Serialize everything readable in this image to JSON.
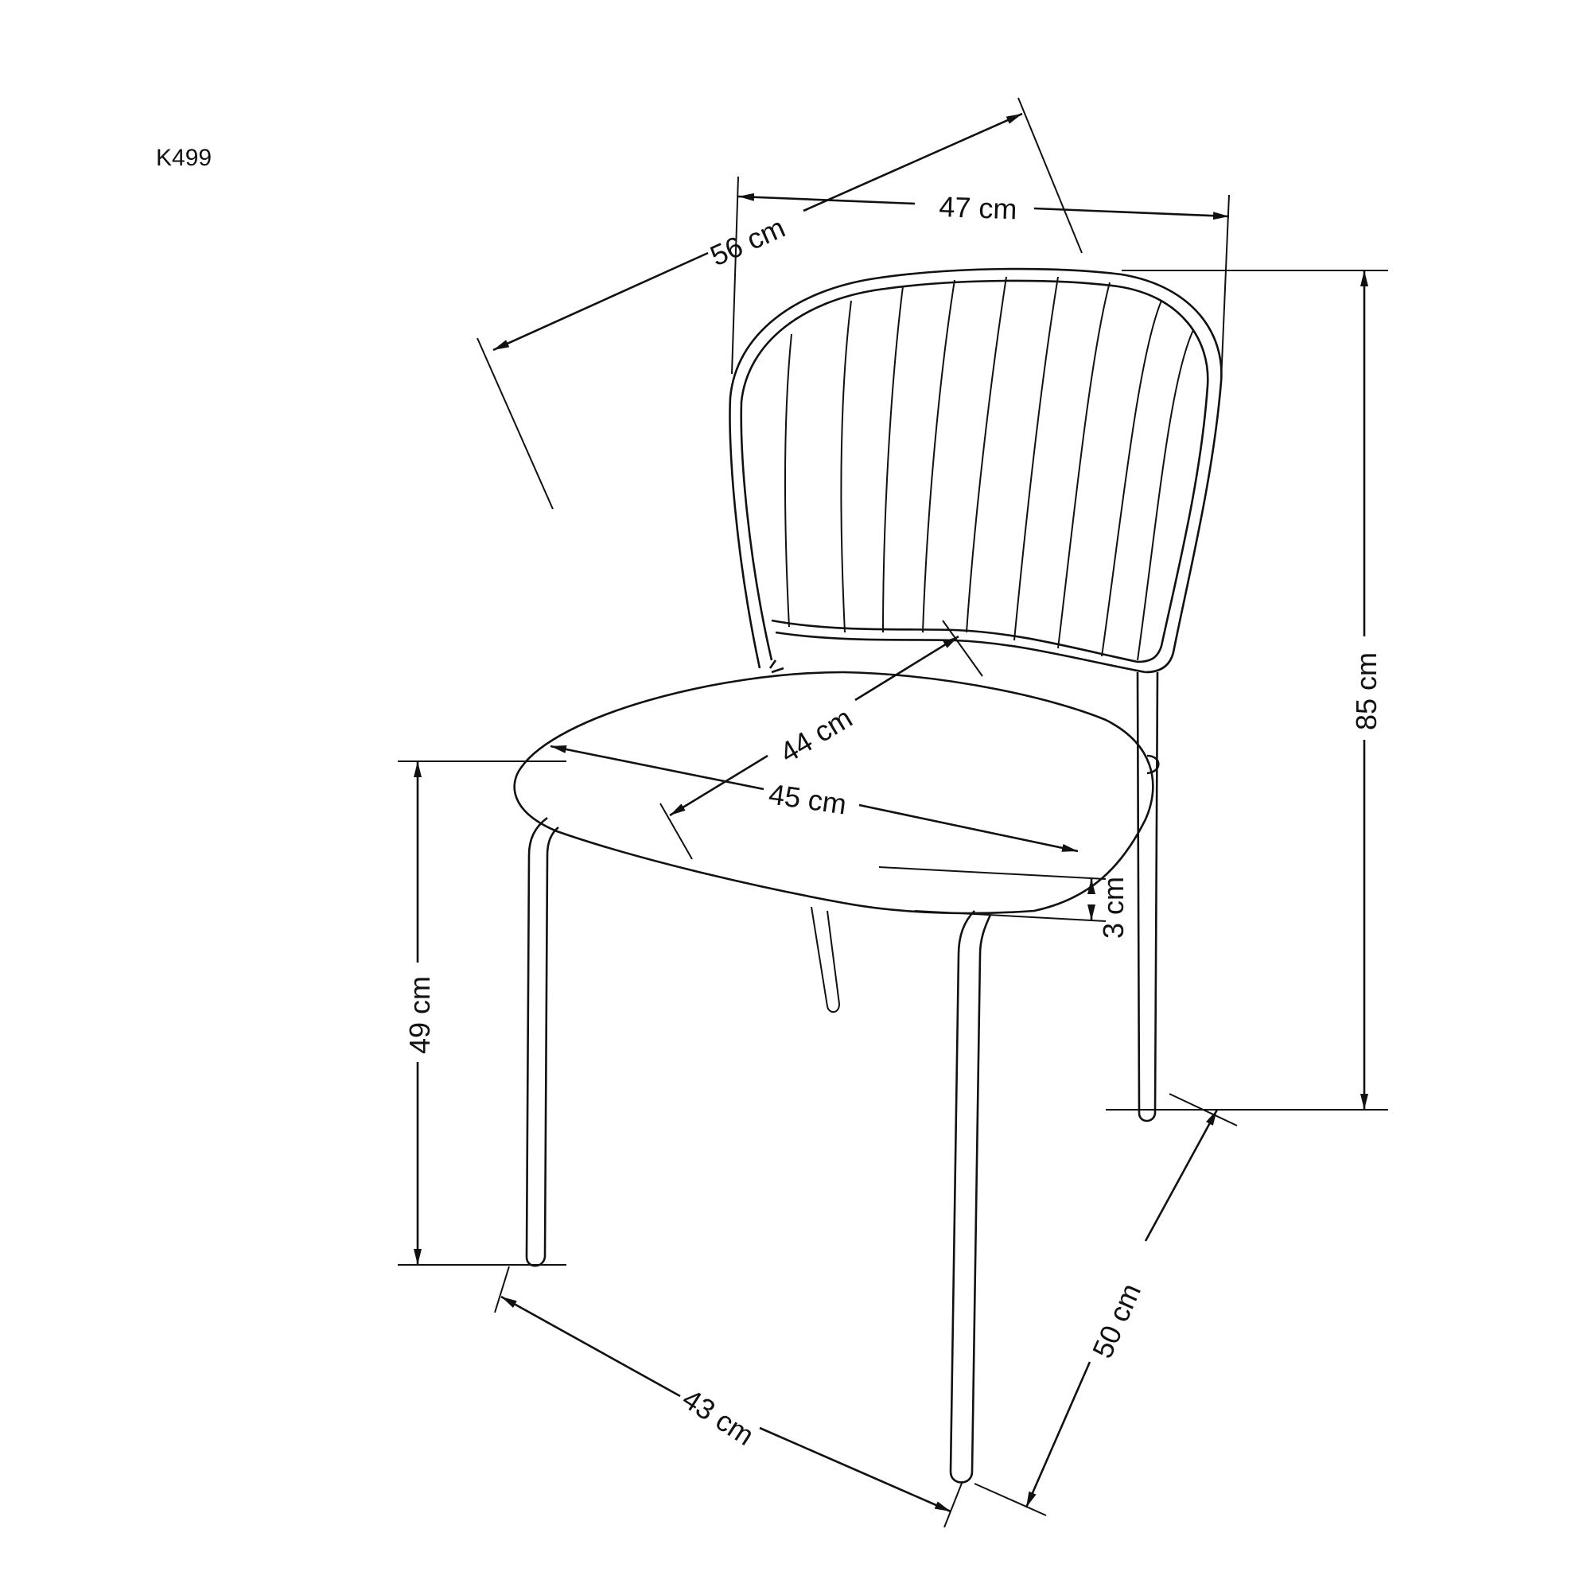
{
  "product": {
    "model_code": "K499"
  },
  "dimensions": {
    "depth_total": "56 cm",
    "width_total": "47 cm",
    "height_total": "85 cm",
    "seat_depth": "44 cm",
    "seat_width": "45 cm",
    "seat_thickness": "3 cm",
    "seat_height": "49 cm",
    "leg_width_span": "43 cm",
    "leg_depth_span": "50 cm"
  },
  "colors": {
    "line": "#111111",
    "background": "#ffffff"
  }
}
